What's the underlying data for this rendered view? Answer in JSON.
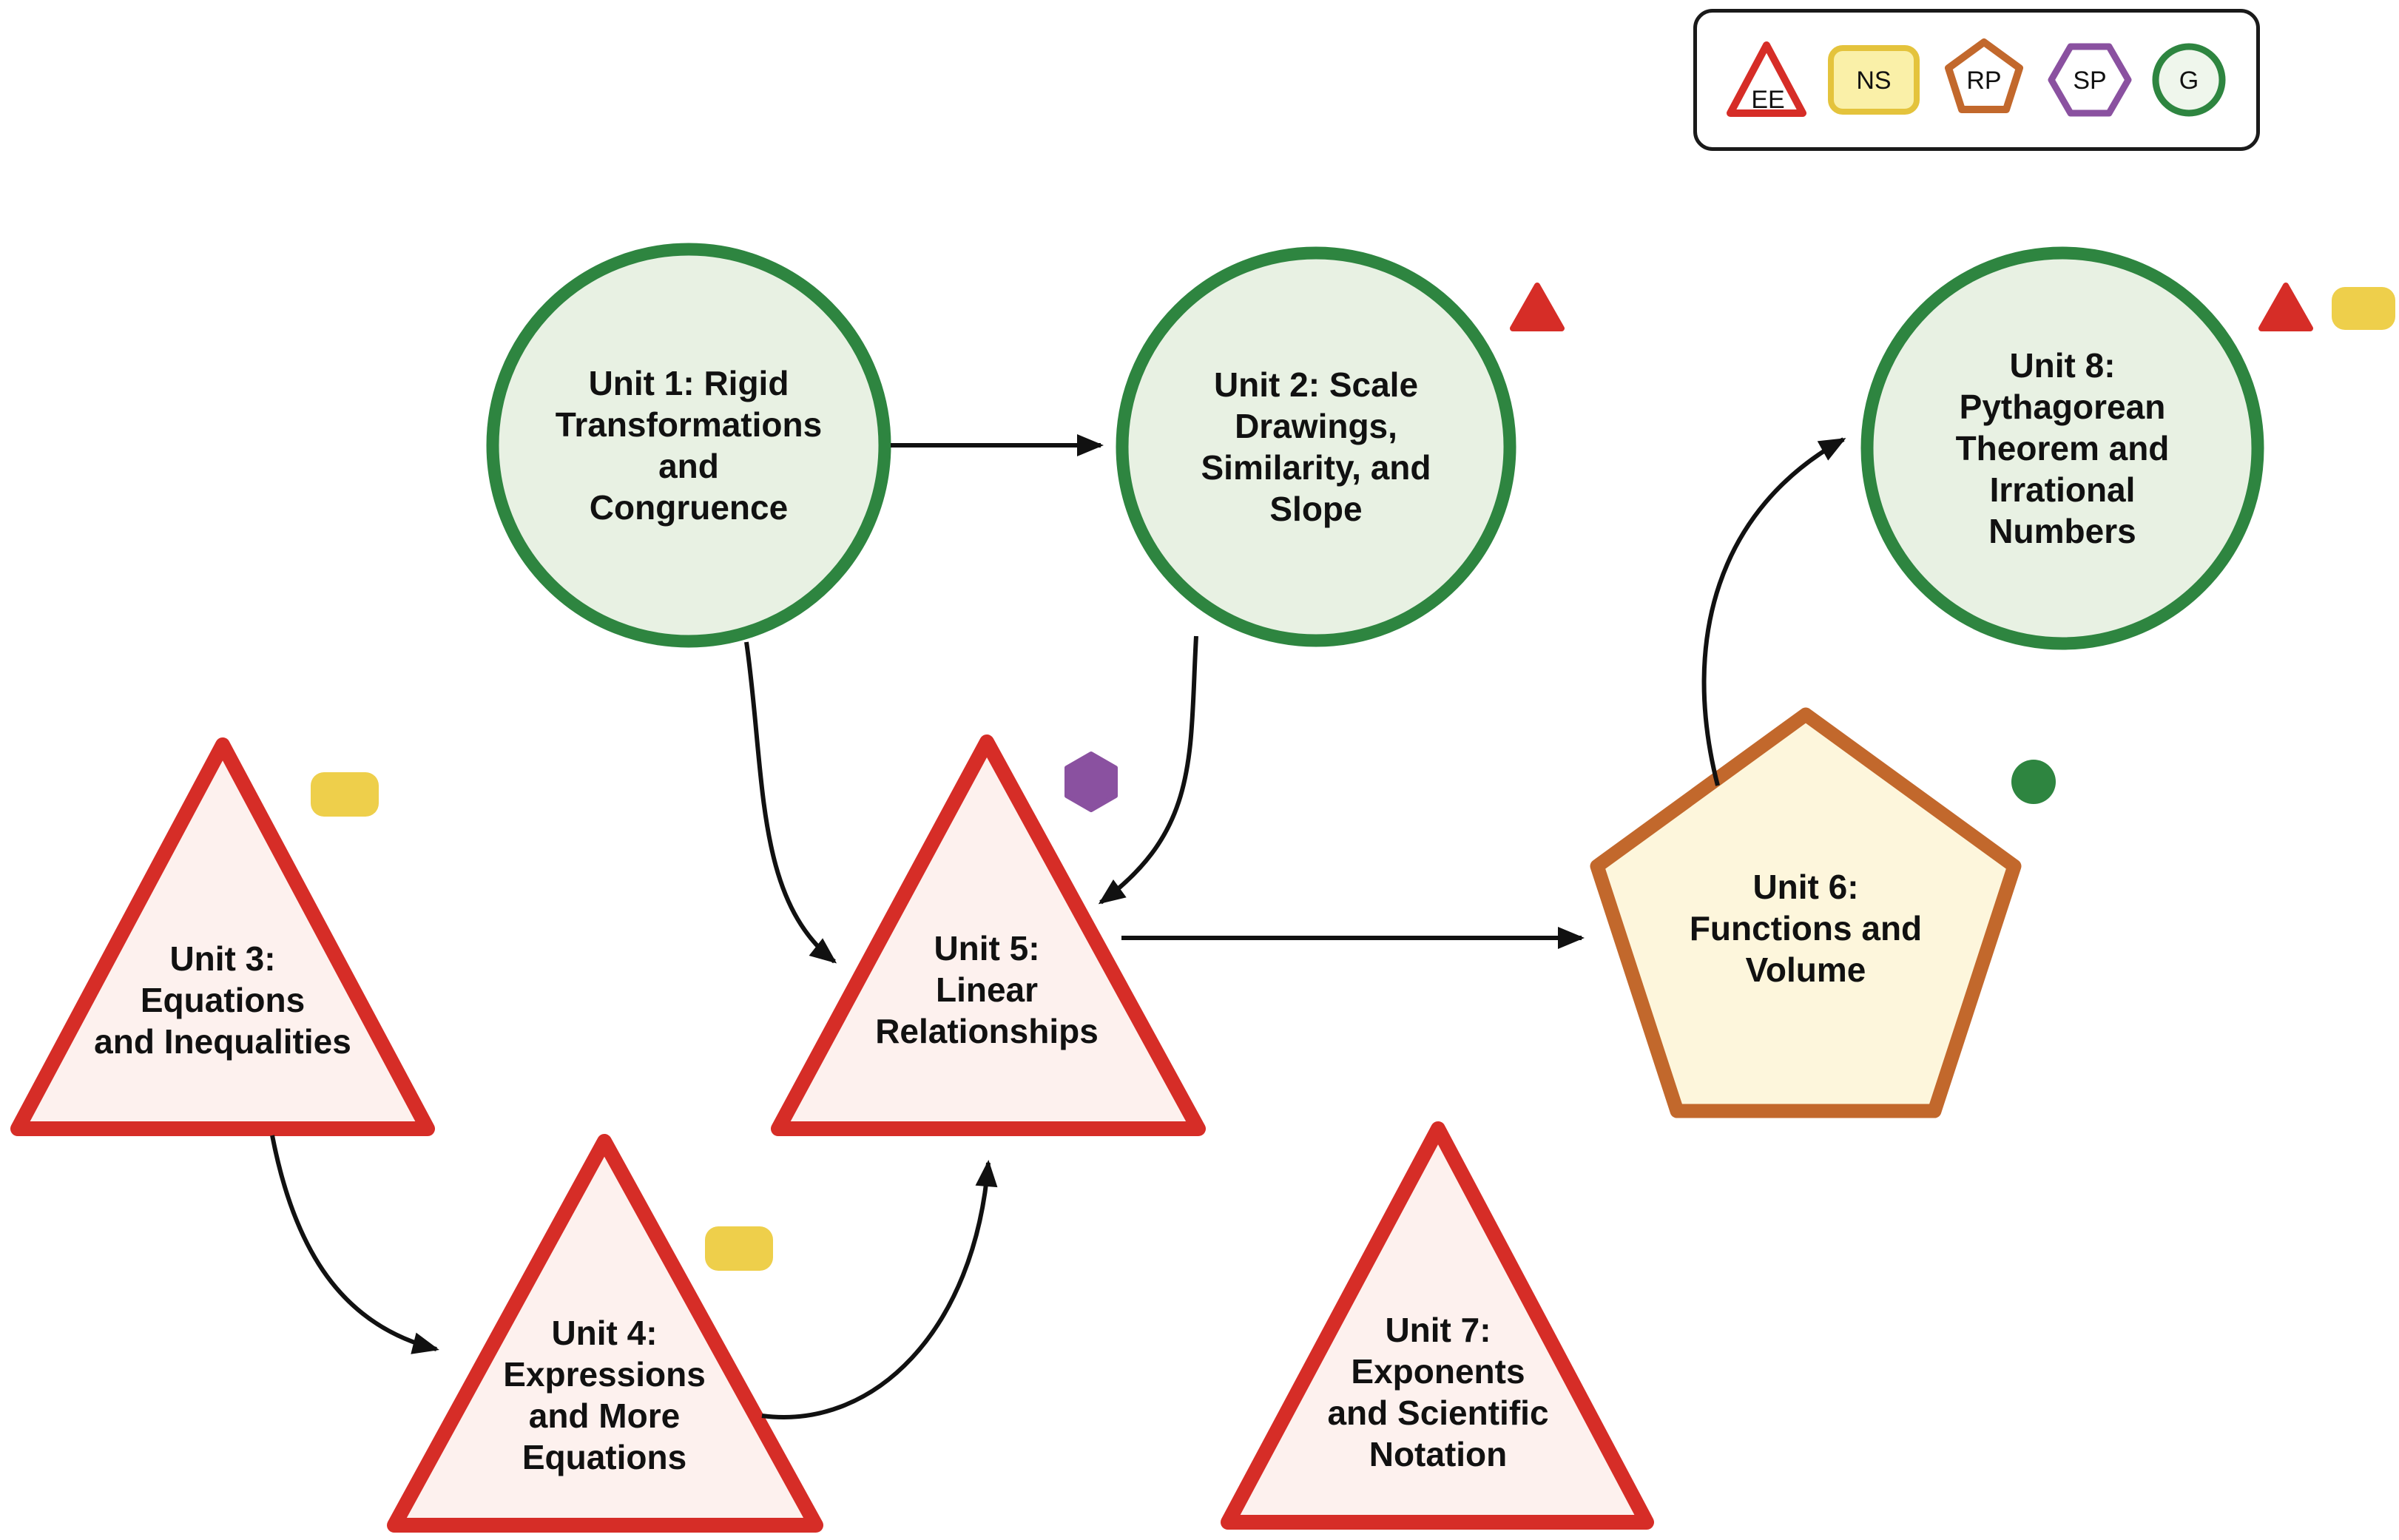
{
  "legend": {
    "items": [
      {
        "code": "EE",
        "shape": "triangle",
        "color": "#d62d27"
      },
      {
        "code": "NS",
        "shape": "rounded-square",
        "color": "#e4c33c"
      },
      {
        "code": "RP",
        "shape": "pentagon",
        "color": "#c2682c"
      },
      {
        "code": "SP",
        "shape": "hexagon",
        "color": "#8a51a0"
      },
      {
        "code": "G",
        "shape": "circle",
        "color": "#2e8540"
      }
    ]
  },
  "units": [
    {
      "id": "unit-1",
      "label": "Unit 1: Rigid\nTransformations\nand\nCongruence",
      "shape": "circle",
      "badges": []
    },
    {
      "id": "unit-2",
      "label": "Unit 2: Scale\nDrawings,\nSimilarity, and\nSlope",
      "shape": "circle",
      "badges": [
        "red-triangle"
      ]
    },
    {
      "id": "unit-3",
      "label": "Unit 3:\nEquations\nand Inequalities",
      "shape": "triangle",
      "badges": [
        "yellow-square"
      ]
    },
    {
      "id": "unit-4",
      "label": "Unit 4:\nExpressions\nand More\nEquations",
      "shape": "triangle",
      "badges": [
        "yellow-square"
      ]
    },
    {
      "id": "unit-5",
      "label": "Unit 5:\nLinear\nRelationships",
      "shape": "triangle",
      "badges": [
        "purple-hexagon"
      ]
    },
    {
      "id": "unit-6",
      "label": "Unit 6:\nFunctions and\nVolume",
      "shape": "pentagon",
      "badges": [
        "green-circle"
      ]
    },
    {
      "id": "unit-7",
      "label": "Unit 7:\nExponents\nand Scientific\nNotation",
      "shape": "triangle",
      "badges": []
    },
    {
      "id": "unit-8",
      "label": "Unit 8:\nPythagorean\nTheorem and\nIrrational\nNumbers",
      "shape": "circle",
      "badges": [
        "red-triangle",
        "yellow-square"
      ]
    }
  ],
  "edges": [
    {
      "from": "unit-1",
      "to": "unit-2"
    },
    {
      "from": "unit-1",
      "to": "unit-5"
    },
    {
      "from": "unit-2",
      "to": "unit-5"
    },
    {
      "from": "unit-3",
      "to": "unit-4"
    },
    {
      "from": "unit-4",
      "to": "unit-5"
    },
    {
      "from": "unit-5",
      "to": "unit-6"
    },
    {
      "from": "unit-6",
      "to": "unit-8"
    }
  ],
  "colors": {
    "circle_stroke": "#2e8540",
    "circle_fill": "#e8f1e3",
    "triangle_stroke": "#d62d27",
    "triangle_fill": "#fdf1ee",
    "pentagon_stroke": "#c2682c",
    "pentagon_fill": "#fdf6dc",
    "badge_yellow": "#eecf4b",
    "badge_purple": "#8a51a0",
    "badge_green": "#2e8540",
    "badge_red": "#d62d27",
    "arrow": "#111111"
  }
}
